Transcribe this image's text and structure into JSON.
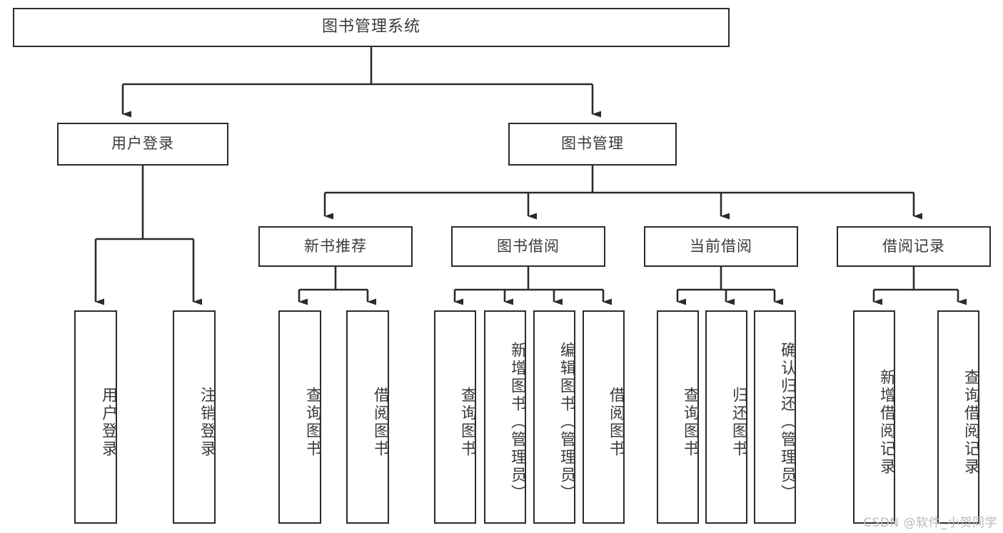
{
  "diagram": {
    "type": "tree",
    "title": "图书管理系统",
    "root": {
      "label": "图书管理系统"
    },
    "level2": [
      {
        "label": "用户登录"
      },
      {
        "label": "图书管理"
      }
    ],
    "level3": [
      {
        "label": "新书推荐"
      },
      {
        "label": "图书借阅"
      },
      {
        "label": "当前借阅"
      },
      {
        "label": "借阅记录"
      }
    ],
    "leaves": {
      "user_login": [
        {
          "label": "用户登录"
        },
        {
          "label": "注销登录"
        }
      ],
      "new_book": [
        {
          "label": "查询图书"
        },
        {
          "label": "借阅图书"
        }
      ],
      "book_borrow": [
        {
          "label": "查询图书"
        },
        {
          "label": "新增图书（管理员）"
        },
        {
          "label": "编辑图书（管理员）"
        },
        {
          "label": "借阅图书"
        }
      ],
      "current_borrow": [
        {
          "label": "查询图书"
        },
        {
          "label": "归还图书"
        },
        {
          "label": "确认归还（管理员）"
        }
      ],
      "borrow_record": [
        {
          "label": "新增借阅记录"
        },
        {
          "label": "查询借阅记录"
        }
      ]
    }
  },
  "watermark": {
    "text": "CSDN @软件_小贺同学"
  },
  "colors": {
    "box_border": "#2b2b2b",
    "box_fill": "#ffffff",
    "text": "#3a3a3a",
    "connector": "#2b2b2b",
    "watermark": "#b9b9b9",
    "background": "#ffffff"
  }
}
